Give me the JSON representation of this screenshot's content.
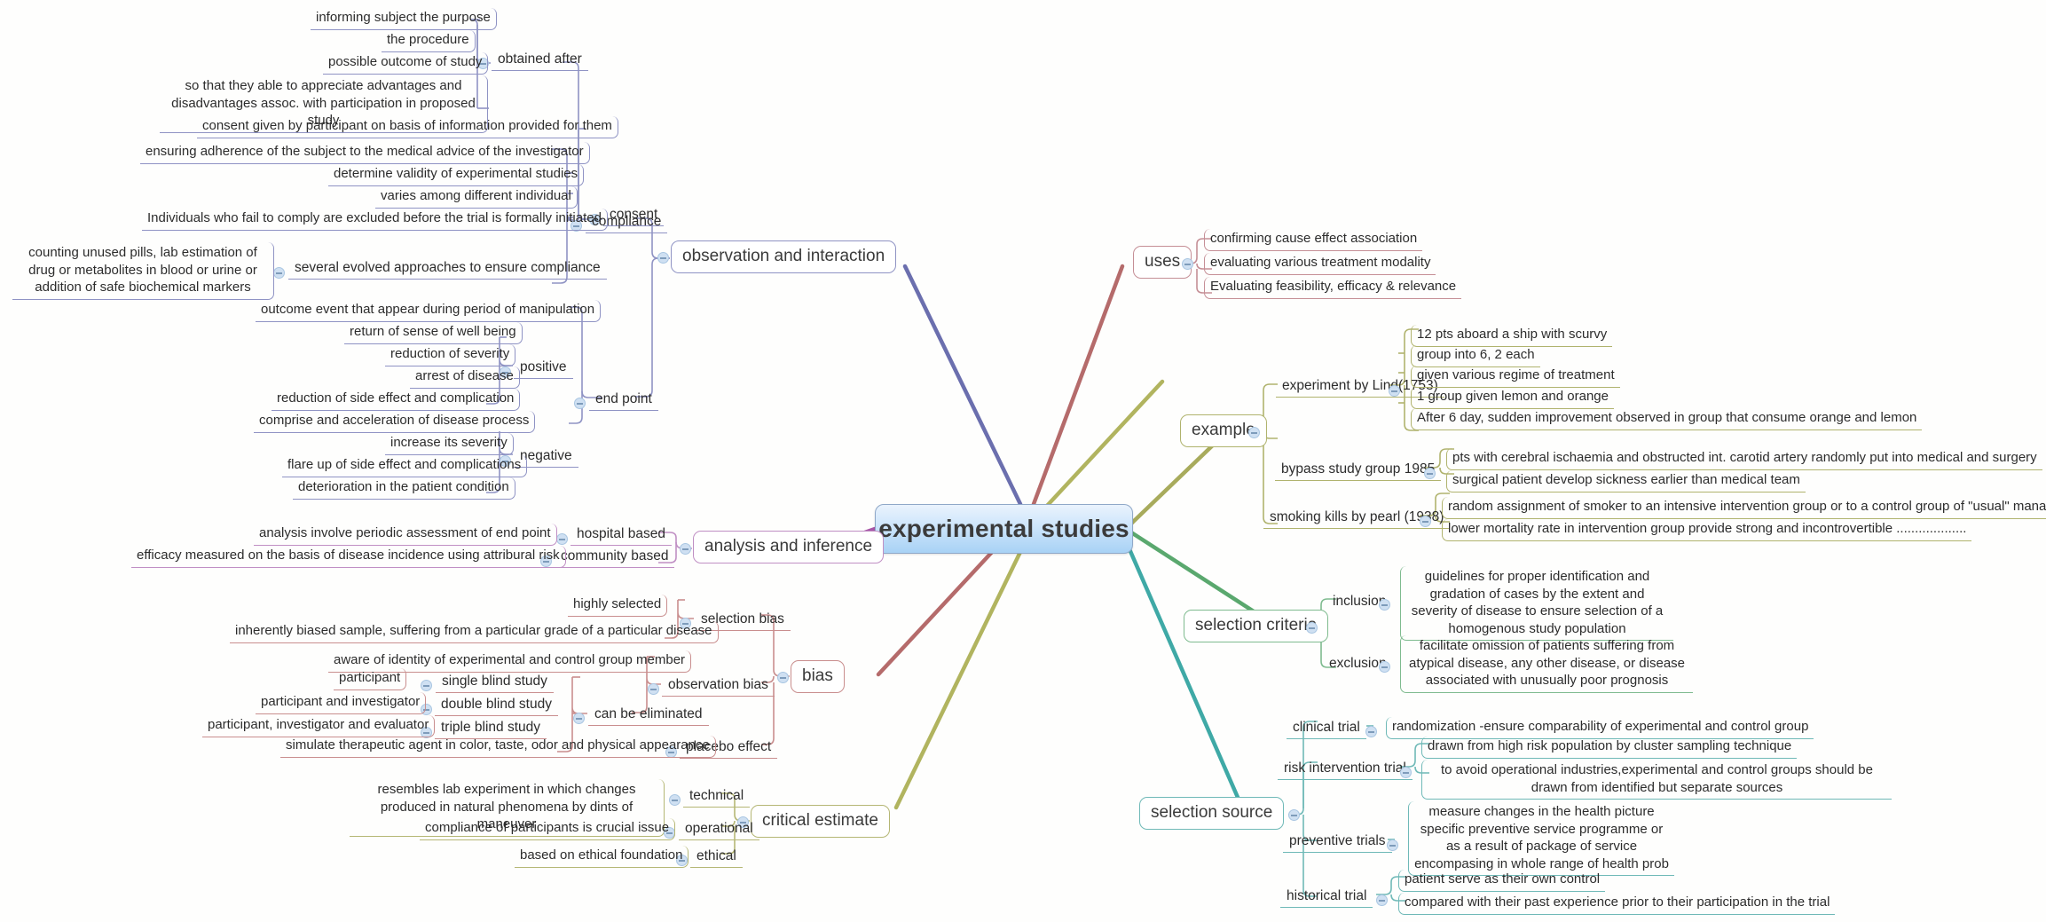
{
  "root": {
    "label": "experimental studies"
  },
  "colors": {
    "observation": "#8f93c4",
    "analysis": "#c08fc4",
    "bias": "#c98e8e",
    "critical_estimate": "#b5b775",
    "uses": "#c58f96",
    "example": "#b0b36e",
    "selection_criteria": "#7fbb8f",
    "selection_source": "#6fb9b7",
    "root_text": "#3b3b3b"
  },
  "icons": {
    "collapse": "collapse-toggle-icon"
  },
  "branches": {
    "observation": {
      "label": "observation and interaction",
      "children": [
        {
          "label": "consent",
          "children": [
            {
              "label": "obtained after",
              "children": [
                {
                  "label": "informing subject the purpose"
                },
                {
                  "label": "the procedure"
                },
                {
                  "label": "possible outcome of study"
                },
                {
                  "label": "so that they able to appreciate advantages and disadvantages assoc. with participation in proposed study"
                }
              ]
            },
            {
              "label": "consent given by participant on basis of information provided for them"
            }
          ]
        },
        {
          "label": "compliance",
          "children": [
            {
              "label": "ensuring adherence of the subject to the medical advice of the investigator"
            },
            {
              "label": "determine validity of experimental studies"
            },
            {
              "label": "varies among different individual"
            },
            {
              "label": "Individuals who fail to comply are excluded before the trial is formally initiated"
            },
            {
              "label": "several evolved approaches to ensure compliance",
              "children": [
                {
                  "label": "counting unused pills, lab estimation of drug or metabolites in blood or urine or addition of safe biochemical markers"
                }
              ]
            }
          ]
        },
        {
          "label": "end point",
          "children": [
            {
              "label": "outcome event that appear during period of manipulation"
            },
            {
              "label": "positive",
              "children": [
                {
                  "label": "return of sense of well being"
                },
                {
                  "label": "reduction of severity"
                },
                {
                  "label": "arrest of disease"
                },
                {
                  "label": "reduction of side effect and complication"
                }
              ]
            },
            {
              "label": "negative",
              "children": [
                {
                  "label": "comprise and acceleration of disease process"
                },
                {
                  "label": "increase its severity"
                },
                {
                  "label": "flare up of side effect and complications"
                },
                {
                  "label": "deterioration in the patient condition"
                }
              ]
            }
          ]
        }
      ]
    },
    "analysis": {
      "label": "analysis and inference",
      "children": [
        {
          "label": "hospital based",
          "children": [
            {
              "label": "analysis involve periodic assessment of end point"
            }
          ]
        },
        {
          "label": "community based",
          "children": [
            {
              "label": "efficacy measured on the basis of disease incidence using attribural risk"
            }
          ]
        }
      ]
    },
    "bias": {
      "label": "bias",
      "children": [
        {
          "label": "selection bias",
          "children": [
            {
              "label": "highly selected"
            },
            {
              "label": "inherently biased sample, suffering from a particular grade of a particular disease"
            }
          ]
        },
        {
          "label": "observation bias",
          "children": [
            {
              "label": "aware of identity of experimental and control group member"
            },
            {
              "label": "can be eliminated",
              "children": [
                {
                  "label": "single blind study",
                  "children": [
                    {
                      "label": "participant"
                    }
                  ]
                },
                {
                  "label": "double blind study",
                  "children": [
                    {
                      "label": "participant and investigator"
                    }
                  ]
                },
                {
                  "label": "triple blind study",
                  "children": [
                    {
                      "label": "participant, investigator and evaluator"
                    }
                  ]
                }
              ]
            }
          ]
        },
        {
          "label": "placebo effect",
          "children": [
            {
              "label": "simulate therapeutic agent in color, taste, odor and physical appearance"
            }
          ]
        }
      ]
    },
    "critical_estimate": {
      "label": "critical estimate",
      "children": [
        {
          "label": "technical",
          "children": [
            {
              "label": "resembles lab experiment in which changes produced in natural phenomena by dints of maneuver"
            }
          ]
        },
        {
          "label": "operational",
          "children": [
            {
              "label": "compliance of participants is crucial issue"
            }
          ]
        },
        {
          "label": "ethical",
          "children": [
            {
              "label": "based on ethical foundation"
            }
          ]
        }
      ]
    },
    "uses": {
      "label": "uses",
      "children": [
        {
          "label": "confirming cause effect association"
        },
        {
          "label": "evaluating various treatment modality"
        },
        {
          "label": "Evaluating feasibility, efficacy & relevance"
        }
      ]
    },
    "example": {
      "label": "example",
      "children": [
        {
          "label": "experiment by Lind(1753)",
          "children": [
            {
              "label": "12 pts aboard a ship with scurvy"
            },
            {
              "label": "group into 6, 2 each"
            },
            {
              "label": "given various regime of treatment"
            },
            {
              "label": "1 group given lemon and orange"
            },
            {
              "label": "After 6 day, sudden improvement observed in group that consume orange and lemon"
            }
          ]
        },
        {
          "label": "bypass study group 1985",
          "children": [
            {
              "label": "pts with cerebral ischaemia and obstructed int. carotid artery randomly put into medical and surgery"
            },
            {
              "label": "surgical patient develop sickness earlier than medical team"
            }
          ]
        },
        {
          "label": "smoking kills by pearl (1938)",
          "children": [
            {
              "label": "random assignment of smoker to an intensive intervention group or to a control group of \"usual\" management"
            },
            {
              "label": "lower mortality rate in intervention group provide strong and incontrovertible ..................."
            }
          ]
        }
      ]
    },
    "selection_criteria": {
      "label": "selection criteria",
      "children": [
        {
          "label": "inclusion",
          "children": [
            {
              "label": "guidelines for proper identification and gradation of cases by the extent and severity of disease to ensure selection of a homogenous study population"
            }
          ]
        },
        {
          "label": "exclusion",
          "children": [
            {
              "label": "facilitate omission of patients suffering from atypical disease, any other disease, or disease associated with unusually poor prognosis"
            }
          ]
        }
      ]
    },
    "selection_source": {
      "label": "selection source",
      "children": [
        {
          "label": "clinical trial",
          "children": [
            {
              "label": "randomization  -ensure comparability of experimental and control group"
            }
          ]
        },
        {
          "label": "risk intervention trial",
          "children": [
            {
              "label": "drawn from high risk population by cluster sampling technique"
            },
            {
              "label": "to avoid operational industries,experimental and control groups should be drawn from identified but separate sources"
            }
          ]
        },
        {
          "label": "preventive trials",
          "children": [
            {
              "label": "measure changes in the health picture specific preventive service programme or as a result of package of service encompasing in whole range of health prob"
            }
          ]
        },
        {
          "label": "historical trial",
          "children": [
            {
              "label": "patient serve as their own control"
            },
            {
              "label": "compared with their past experience prior to their participation in the trial"
            }
          ]
        }
      ]
    }
  }
}
